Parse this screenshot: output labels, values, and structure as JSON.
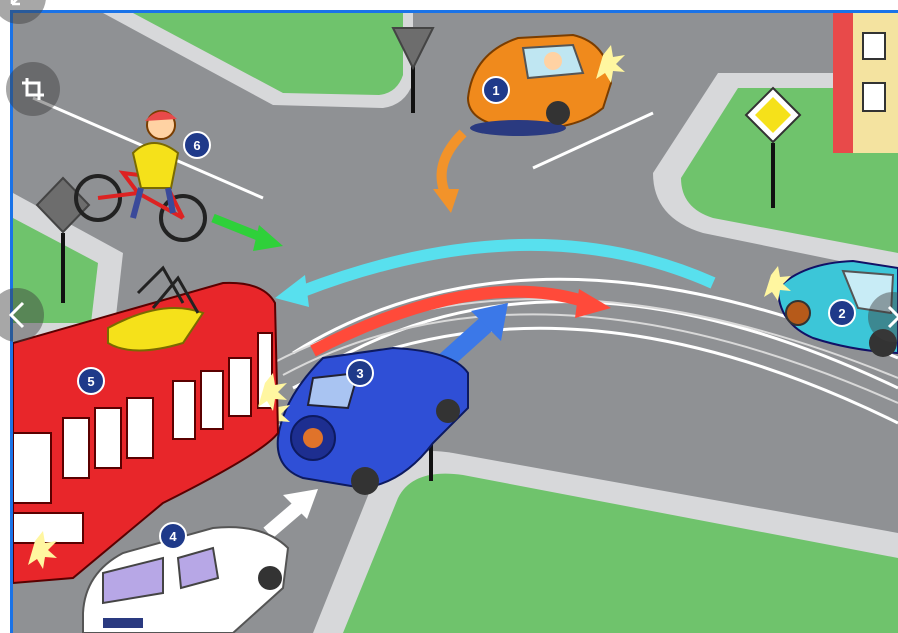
{
  "scene": {
    "badges": [
      "1",
      "2",
      "3",
      "4",
      "5",
      "6"
    ]
  },
  "controls": {
    "expand_icon": "expand-corner-icon",
    "crop_icon": "crop-icon",
    "prev_icon": "chevron-left-icon",
    "next_icon": "chevron-right-icon"
  },
  "colors": {
    "frame_border": "#1a73e8",
    "road": "#8f9194",
    "grass": "#6fc36c",
    "tram": "#e8262a",
    "car_orange": "#f08a1c",
    "car_blue": "#2f4fd6",
    "car_cyan": "#3cc6d8",
    "arrow_cyan": "#58e0ee",
    "arrow_red": "#ff4a3a",
    "arrow_blue": "#3b78e8",
    "arrow_green": "#2fd03a",
    "arrow_orange": "#f2932a",
    "badge": "#1f3a8a"
  }
}
